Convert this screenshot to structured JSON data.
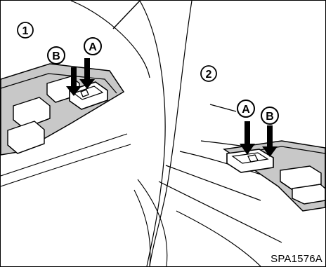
{
  "figure": {
    "reference_code": "SPA1576A",
    "view_1": {
      "number": "①",
      "label_a": "A",
      "label_b": "B"
    },
    "view_2": {
      "number": "②",
      "label_a": "A",
      "label_b": "B"
    }
  },
  "colors": {
    "line": "#000000",
    "panel_shade": "#c8c8c8",
    "background": "#ffffff"
  }
}
